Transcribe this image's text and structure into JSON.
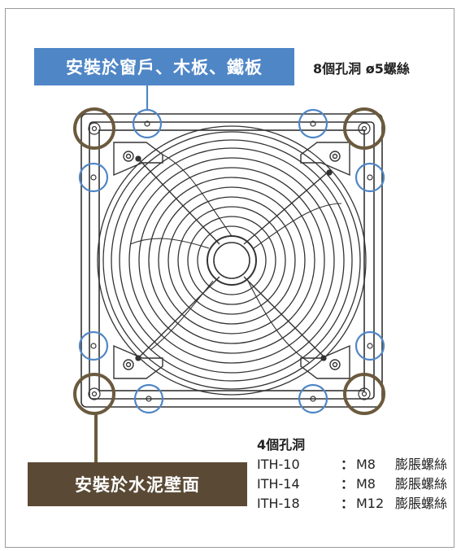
{
  "labels": {
    "window_mount": "安裝於窗戶、木板、鐵板",
    "window_holes": "8個孔洞 ø5螺絲",
    "wall_mount": "安裝於水泥壁面"
  },
  "wall_spec": {
    "title": "4個孔洞",
    "rows": [
      {
        "model": "ITH-10",
        "sep": "：",
        "size": "M8",
        "kind": "膨脹螺絲"
      },
      {
        "model": "ITH-14",
        "sep": "：",
        "size": "M8",
        "kind": "膨脹螺絲"
      },
      {
        "model": "ITH-18",
        "sep": "：",
        "size": "M12",
        "kind": "膨脹螺絲"
      }
    ]
  },
  "colors": {
    "blue_label": "#4f86c6",
    "brown_label": "#5a4a35",
    "blue_circle": "#4f86c6",
    "brown_circle": "#6b5a3e",
    "line": "#333333"
  },
  "icons": {
    "fan": "axial-fan-guard",
    "holes_small": "blue-circle-hole-marker",
    "holes_corner": "brown-circle-anchor-marker"
  }
}
